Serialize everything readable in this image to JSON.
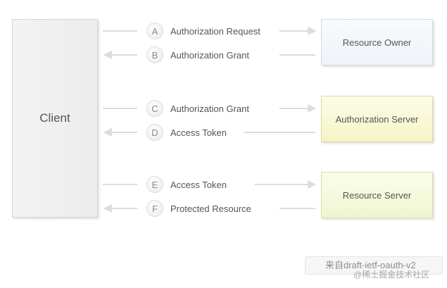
{
  "client": {
    "label": "Client"
  },
  "parties": {
    "resource_owner": "Resource Owner",
    "authorization_server": "Authorization Server",
    "resource_server": "Resource Server"
  },
  "steps": [
    {
      "letter": "A",
      "label": "Authorization Request",
      "direction": "to-party"
    },
    {
      "letter": "B",
      "label": "Authorization Grant",
      "direction": "to-client"
    },
    {
      "letter": "C",
      "label": "Authorization Grant",
      "direction": "to-party"
    },
    {
      "letter": "D",
      "label": "Access Token",
      "direction": "to-client"
    },
    {
      "letter": "E",
      "label": "Access Token",
      "direction": "to-party"
    },
    {
      "letter": "F",
      "label": "Protected Resource",
      "direction": "to-client"
    }
  ],
  "watermark": {
    "text": "来自draft-ietf-oauth-v2",
    "credit": "@稀土掘金技术社区"
  },
  "colors": {
    "arrow": "#dcdcdc",
    "resource_owner_fill": "#eef3f8",
    "authorization_server_fill": "#f4f4c6",
    "resource_server_fill": "#eef6cf"
  }
}
